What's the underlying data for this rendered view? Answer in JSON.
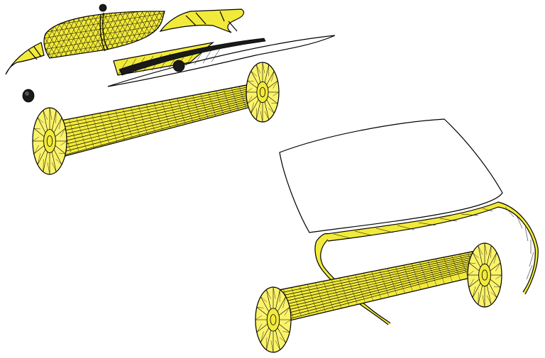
{
  "colors": {
    "background": "#ffffff",
    "mesh_fill": "#f2ea3a",
    "mesh_fill_light": "#fbf36a",
    "outline": "#000000",
    "dark_part": "#1a1a1a"
  },
  "parts": [
    {
      "id": "front-grille",
      "kind": "triangulated-mesh"
    },
    {
      "id": "left-headlamp",
      "kind": "triangulated-mesh"
    },
    {
      "id": "right-headlamp",
      "kind": "triangulated-mesh"
    },
    {
      "id": "wiper-cowl-panel",
      "kind": "triangulated-mesh"
    },
    {
      "id": "wiper-motor-knob",
      "kind": "solid"
    },
    {
      "id": "small-bushing",
      "kind": "solid"
    },
    {
      "id": "spool-upper",
      "kind": "triangulated-mesh"
    },
    {
      "id": "windshield-glass",
      "kind": "outline"
    },
    {
      "id": "windshield-seal-strip",
      "kind": "triangulated-mesh"
    },
    {
      "id": "spool-lower",
      "kind": "triangulated-mesh"
    }
  ]
}
